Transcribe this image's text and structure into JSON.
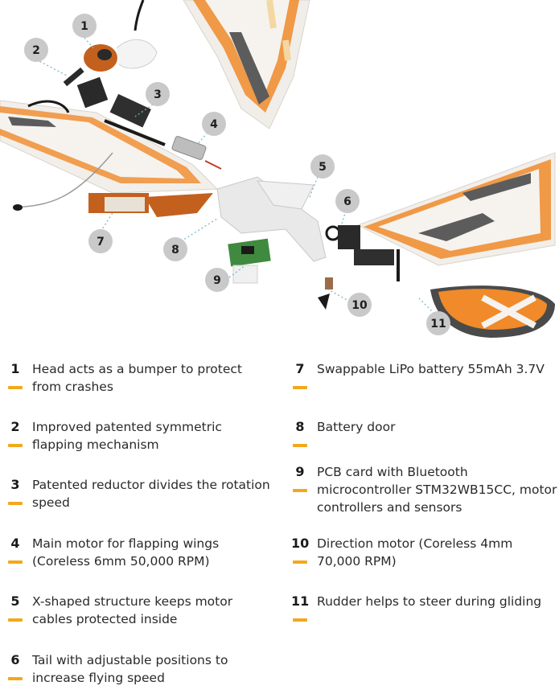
{
  "callouts": [
    "1",
    "2",
    "3",
    "4",
    "5",
    "6",
    "7",
    "8",
    "9",
    "10",
    "11"
  ],
  "legend": [
    {
      "num": "1",
      "text": "Head acts as a bumper to protect from crashes"
    },
    {
      "num": "2",
      "text": "Improved patented symmetric flapping mechanism"
    },
    {
      "num": "3",
      "text": "Patented reductor divides the rotation speed"
    },
    {
      "num": "4",
      "text": "Main motor for flapping wings (Coreless 6mm 50,000 RPM)"
    },
    {
      "num": "5",
      "text": "X-shaped structure keeps motor cables protected inside"
    },
    {
      "num": "6",
      "text": "Tail with adjustable positions to increase flying speed"
    },
    {
      "num": "7",
      "text": "Swappable LiPo battery 55mAh 3.7V"
    },
    {
      "num": "8",
      "text": "Battery door"
    },
    {
      "num": "9",
      "text": "PCB card with Bluetooth microcontroller STM32WB15CC, motor controllers and sensors"
    },
    {
      "num": "10",
      "text": "Direction motor (Coreless 4mm 70,000 RPM)"
    },
    {
      "num": "11",
      "text": "Rudder helps to steer during gliding"
    }
  ],
  "colors": {
    "accent": "#f2a81d",
    "wing_orange": "#f08a2a",
    "callout_gray": "#c9c9c9",
    "leader": "#7ab8c9"
  }
}
